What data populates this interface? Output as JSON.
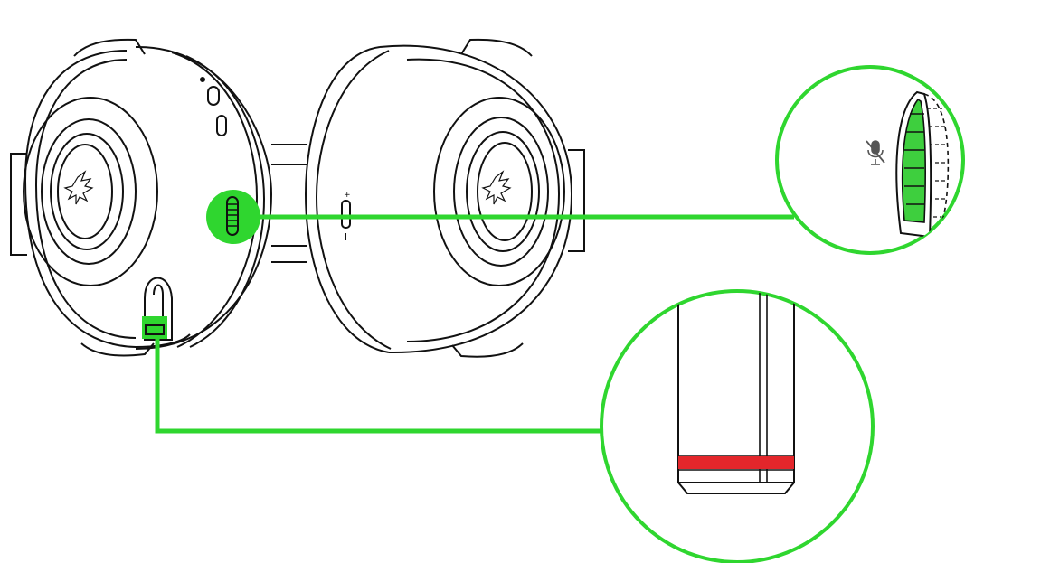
{
  "diagram": {
    "subject": "headset",
    "callouts": [
      {
        "id": "mic-mute-wheel",
        "icon": "microphone-muted-icon",
        "highlight": "mute-rotary-control"
      },
      {
        "id": "mic-boom-tip",
        "indicator": "red-led-band"
      }
    ]
  },
  "colors": {
    "highlight_green": "#2fd62f",
    "highlight_green_fill": "#3ecf3e",
    "led_red": "#e3262b",
    "line_art": "#111111",
    "background": "#ffffff"
  }
}
